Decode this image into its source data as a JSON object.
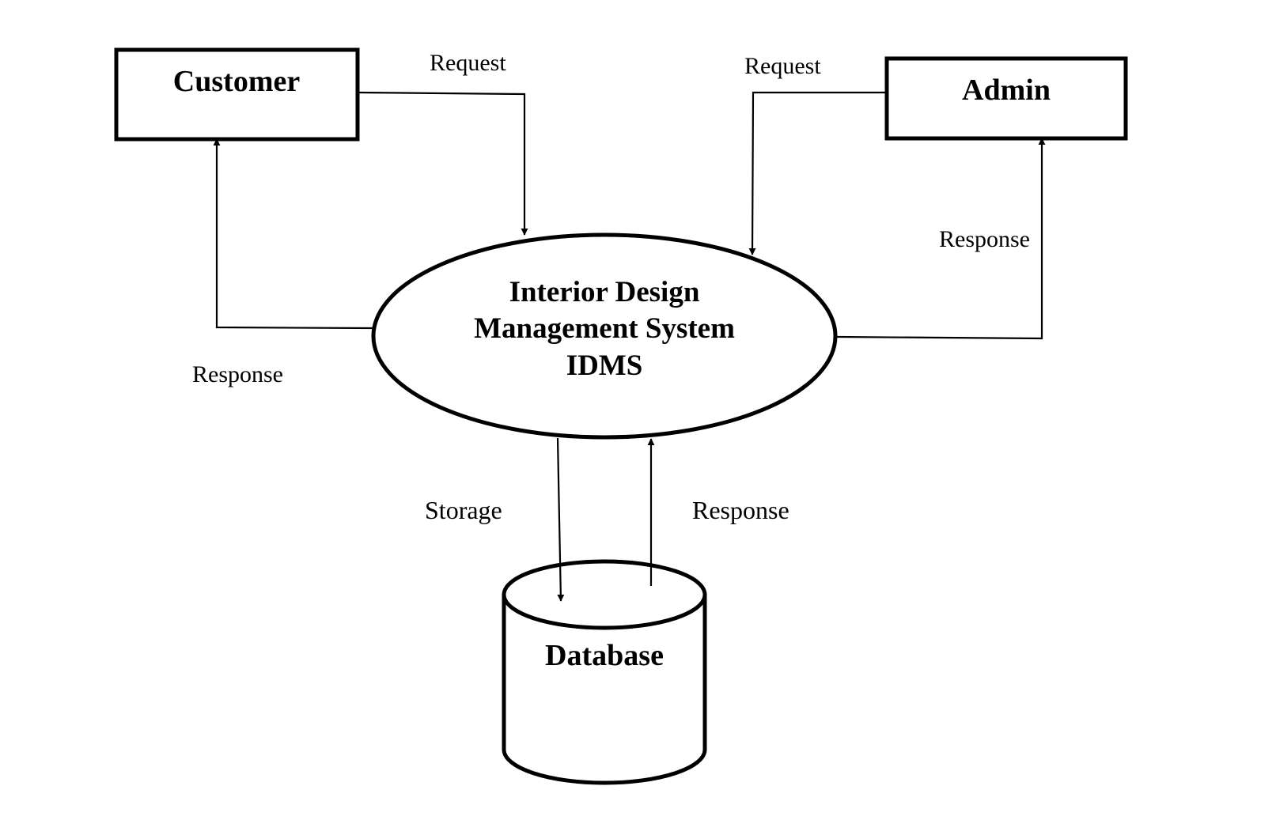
{
  "entities": {
    "customer": "Customer",
    "admin": "Admin"
  },
  "process": {
    "line1": "Interior Design",
    "line2": "Management System",
    "line3": "IDMS"
  },
  "datastore": {
    "label": "Database"
  },
  "flows": {
    "customer_request": "Request",
    "customer_response": "Response",
    "admin_request": "Request",
    "admin_response": "Response",
    "storage": "Storage",
    "db_response": "Response"
  },
  "colors": {
    "stroke": "#000000",
    "background": "#ffffff"
  }
}
